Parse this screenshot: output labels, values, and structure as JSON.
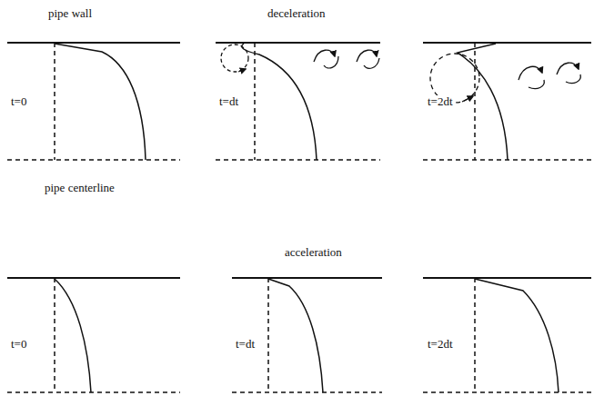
{
  "diagram": {
    "labels": [
      "pipe wall",
      "deceleration",
      "t=0",
      "t=dt",
      "t=2dt",
      "pipe centerline",
      "acceleration",
      "t=0",
      "t=dt",
      "t=2dt"
    ]
  }
}
